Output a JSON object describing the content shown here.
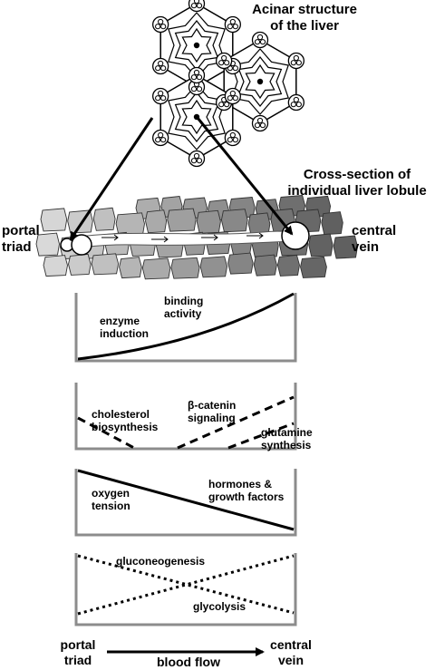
{
  "acinar_title": "Acinar structure\nof the liver",
  "lobule_title": "Cross-section of\nindividual liver lobule",
  "portal_triad_label": "portal\ntriad",
  "central_vein_label": "central\nvein",
  "panels": [
    {
      "labels": [
        "enzyme\ninduction",
        "binding\nactivity"
      ]
    },
    {
      "labels": [
        "cholesterol\nbiosynthesis",
        "β-catenin\nsignaling",
        "glutamine\nsynthesis"
      ]
    },
    {
      "labels": [
        "oxygen\ntension",
        "hormones &\ngrowth factors"
      ]
    },
    {
      "labels": [
        "gluconeogenesis",
        "glycolysis"
      ]
    }
  ],
  "bottom": {
    "left": "portal\ntriad",
    "right": "central\nvein",
    "arrow_label": "blood flow"
  },
  "colors": {
    "cell_light": "#d4d4d4",
    "cell_mid": "#a0a0a0",
    "cell_dark": "#6e6e6e",
    "panel_frame": "#8c8c8c",
    "line": "#000000"
  }
}
